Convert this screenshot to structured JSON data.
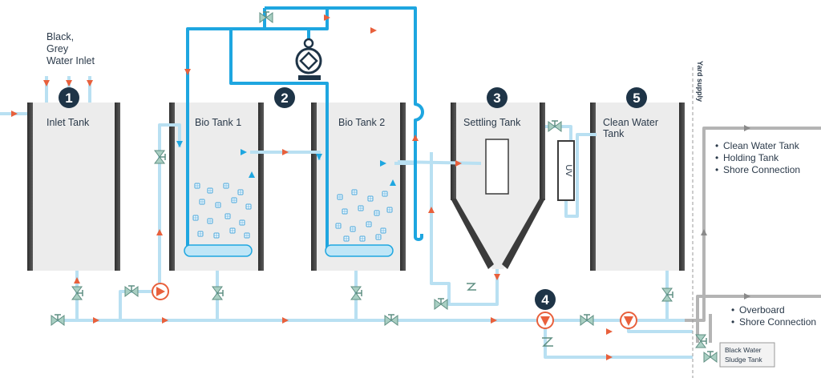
{
  "inlet_label": [
    "Black,",
    "Grey",
    "Water Inlet"
  ],
  "tanks": {
    "inlet": "Inlet Tank",
    "bio1": "Bio Tank 1",
    "bio2": "Bio Tank 2",
    "settling": "Settling Tank",
    "clean": [
      "Clean Water",
      "Tank"
    ],
    "sludge": [
      "Black Water",
      "Sludge Tank"
    ]
  },
  "badges": [
    "1",
    "2",
    "3",
    "4",
    "5"
  ],
  "uv_label": "UV",
  "yard_supply": "Yard supply",
  "outputs_upper": [
    "Clean Water Tank",
    "Holding Tank",
    "Shore Connection"
  ],
  "outputs_lower": [
    "Overboard",
    "Shore Connection"
  ],
  "colors": {
    "pipe_light": "#b9e0f2",
    "pipe_blue": "#1ea6e0",
    "pipe_grey": "#b4b4b4",
    "tank_fill": "#ececec",
    "tank_wall": "#3b3b3b",
    "arrow": "#e8603c",
    "badge": "#1e3447",
    "valve": "#a9cfc3"
  }
}
